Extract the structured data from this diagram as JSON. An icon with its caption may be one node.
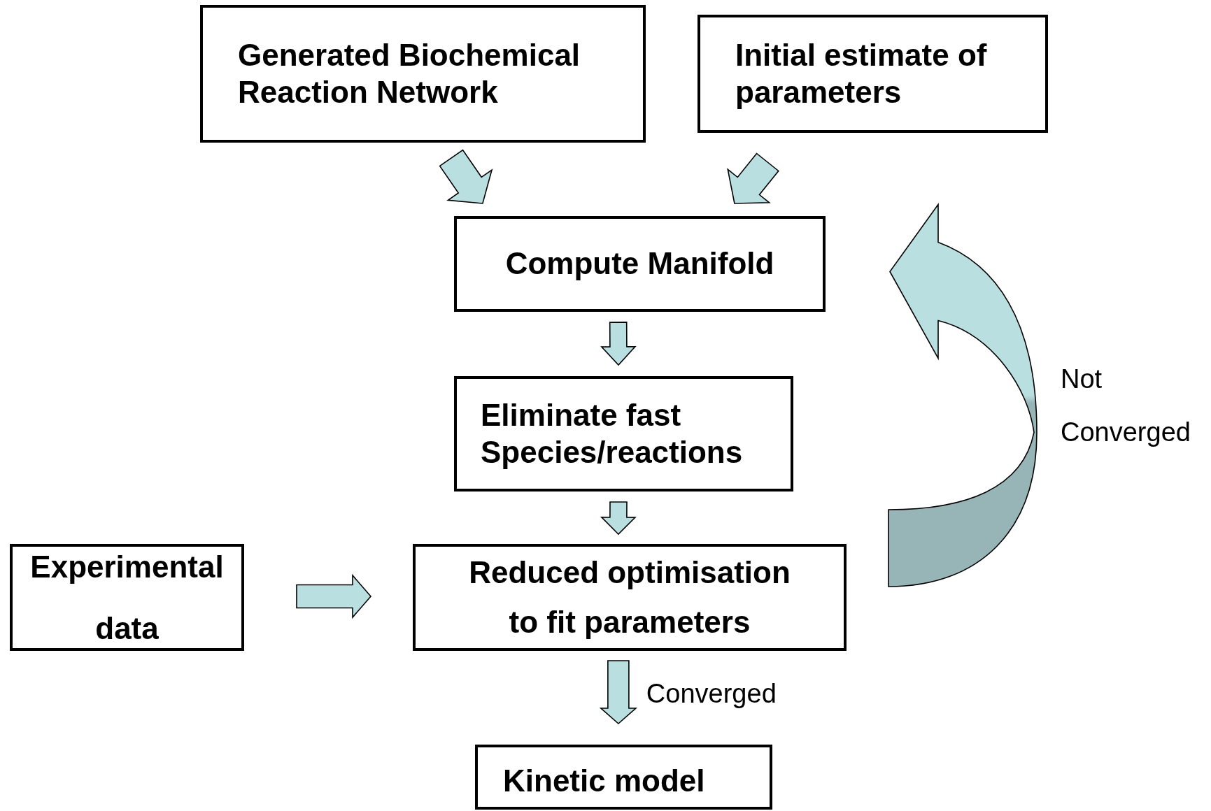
{
  "diagram": {
    "nodes": [
      {
        "text": [
          "Generated Biochemical Reaction Network"
        ]
      },
      {
        "text": [
          "Initial estimate of parameters"
        ]
      },
      {
        "text": [
          "Compute Manifold"
        ]
      },
      {
        "text": [
          "Eliminate fast Species/reactions"
        ]
      },
      {
        "text": [
          "Experimental data"
        ]
      },
      {
        "text": [
          "Reduced optimisation to fit parameters"
        ]
      },
      {
        "text": [
          "Kinetic model"
        ]
      }
    ],
    "edges": [
      {
        "from": 0,
        "to": 2,
        "arrow": "to"
      },
      {
        "from": 1,
        "to": 2,
        "arrow": "to"
      },
      {
        "from": 2,
        "to": 3,
        "arrow": "to"
      },
      {
        "from": 3,
        "to": 5,
        "arrow": "to"
      },
      {
        "from": 4,
        "to": 5,
        "arrow": "to"
      },
      {
        "from": 5,
        "to": 6,
        "arrow": "to",
        "label": "Converged"
      },
      {
        "from": 5,
        "to": 2,
        "arrow": "to",
        "label": "Not Converged"
      }
    ]
  }
}
